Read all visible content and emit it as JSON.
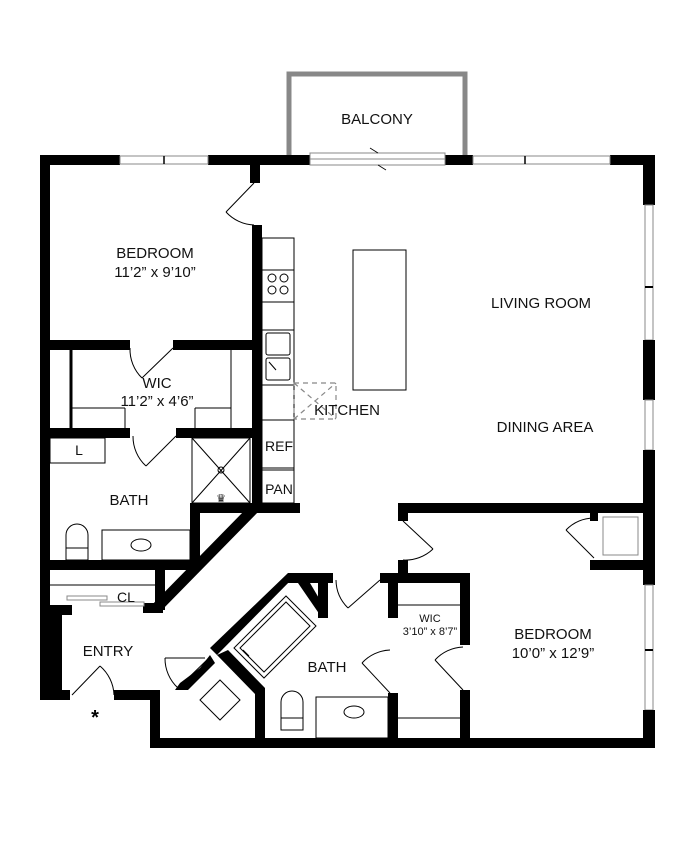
{
  "floorplan": {
    "rooms": {
      "balcony": {
        "name": "BALCONY"
      },
      "bedroom_1": {
        "name": "BEDROOM",
        "dimensions": "11’2” x 9’10”"
      },
      "living_room": {
        "name": "LIVING ROOM"
      },
      "wic_1": {
        "name": "WIC",
        "dimensions": "11’2” x 4’6”"
      },
      "kitchen": {
        "name": "KITCHEN"
      },
      "dining_area": {
        "name": "DINING AREA"
      },
      "bath_1": {
        "name": "BATH"
      },
      "linen": {
        "name": "L"
      },
      "refrigerator": {
        "name": "REF"
      },
      "pantry": {
        "name": "PAN"
      },
      "closet": {
        "name": "CL"
      },
      "entry": {
        "name": "ENTRY"
      },
      "bath_2": {
        "name": "BATH"
      },
      "wic_2": {
        "name": "WIC",
        "dimensions": "3’10” x 8’7”"
      },
      "bedroom_2": {
        "name": "BEDROOM",
        "dimensions": "10’0” x 12’9”"
      }
    },
    "entry_marker": "*",
    "colors": {
      "wall": "#000000",
      "balcony_rail": "#888888",
      "fixture": "#888888",
      "background": "#ffffff"
    }
  }
}
